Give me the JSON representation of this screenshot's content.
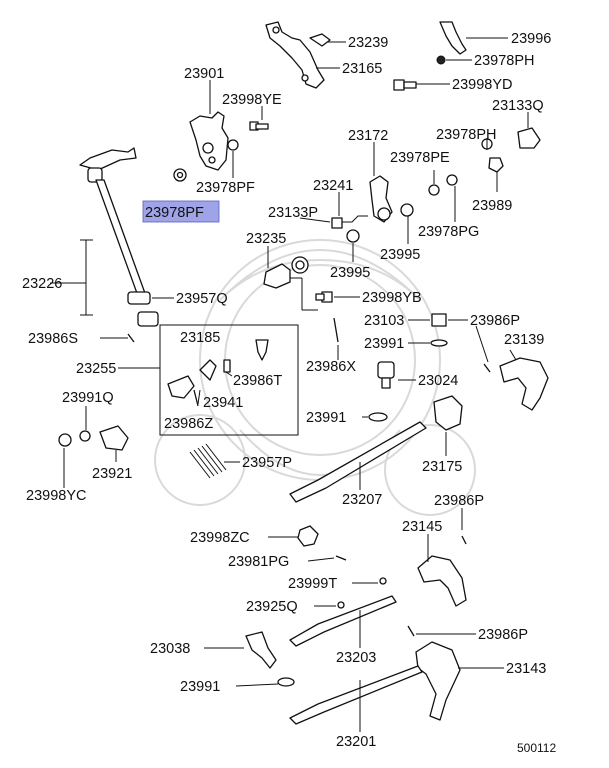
{
  "diagram_code": "500112",
  "highlight_color": "#9fa3e8",
  "highlighted_part": "23978PF",
  "labels": {
    "p23239": "23239",
    "p23996": "23996",
    "p23978PH_top": "23978PH",
    "p23165": "23165",
    "p23998YD": "23998YD",
    "p23901": "23901",
    "p23998YE": "23998YE",
    "p23133Q": "23133Q",
    "p23172": "23172",
    "p23978PH_mid": "23978PH",
    "p23978PE": "23978PE",
    "p23978PF_a": "23978PF",
    "p23978PF_b": "23978PF",
    "p23241": "23241",
    "p23989": "23989",
    "p23133P": "23133P",
    "p23978PG": "23978PG",
    "p23995_a": "23995",
    "p23235": "23235",
    "p23995_b": "23995",
    "p23226": "23226",
    "p23957Q": "23957Q",
    "p23998YB": "23998YB",
    "p23986S": "23986S",
    "p23103": "23103",
    "p23986P_a": "23986P",
    "p23185": "23185",
    "p23991_a": "23991",
    "p23139": "23139",
    "p23255": "23255",
    "p23986X": "23986X",
    "p23986T": "23986T",
    "p23024": "23024",
    "p23991Q": "23991Q",
    "p23941": "23941",
    "p23986Z": "23986Z",
    "p23991_b": "23991",
    "p23175": "23175",
    "p23921": "23921",
    "p23957P": "23957P",
    "p23998YC": "23998YC",
    "p23207": "23207",
    "p23986P_b": "23986P",
    "p23145": "23145",
    "p23998ZC": "23998ZC",
    "p23981PG": "23981PG",
    "p23999T": "23999T",
    "p23925Q": "23925Q",
    "p23986P_c": "23986P",
    "p23038": "23038",
    "p23203": "23203",
    "p23143": "23143",
    "p23991_c": "23991",
    "p23201": "23201"
  }
}
